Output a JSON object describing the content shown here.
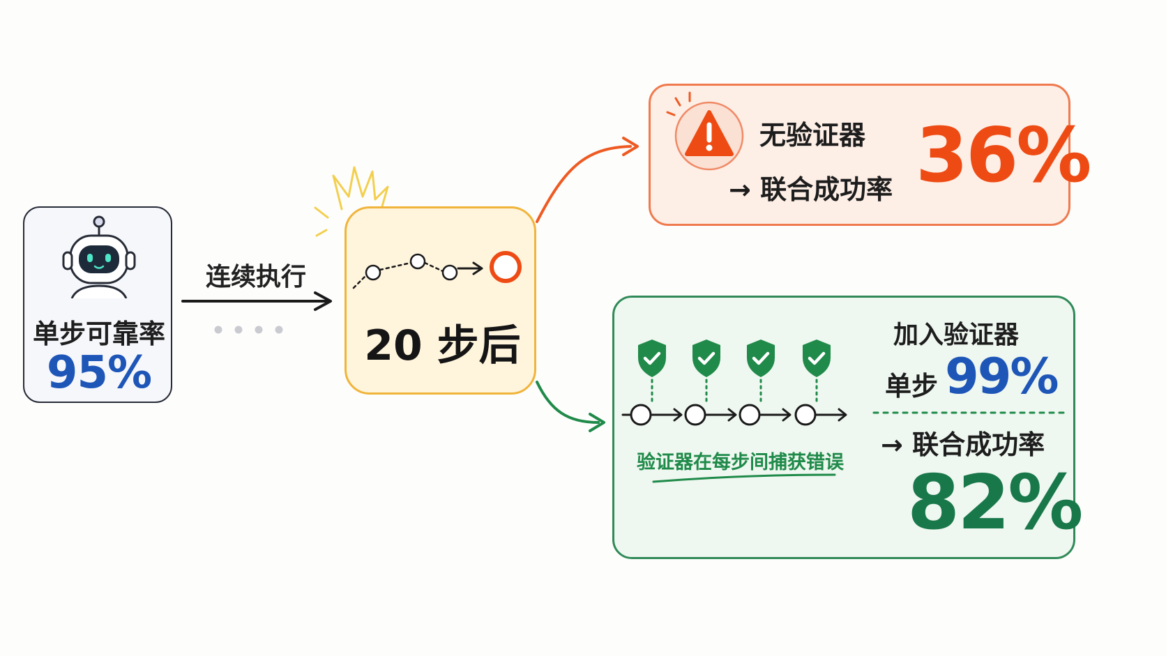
{
  "colors": {
    "ink": "#1d1d1d",
    "blue": "#1e56b8",
    "orange": "#ee4b14",
    "orange_border": "#ef7a4e",
    "green": "#19784a",
    "green_border": "#2f8a58",
    "yellow_border": "#f0b43a"
  },
  "robot_card": {
    "icon": "robot-icon",
    "label": "单步可靠率",
    "value": "95%"
  },
  "transition": {
    "label": "连续执行"
  },
  "middle_card": {
    "label": "20 步后",
    "icon": "chain-failure-icon"
  },
  "no_verifier": {
    "icon": "warning-icon",
    "title": "无验证器",
    "sub": "→ 联合成功率",
    "value": "36%"
  },
  "with_verifier": {
    "shield_icon": "shield-check-icon",
    "caption": "验证器在每步间捕获错误",
    "title": "加入验证器",
    "step_label": "单步",
    "step_value": "99%",
    "sub": "→ 联合成功率",
    "value": "82%"
  }
}
